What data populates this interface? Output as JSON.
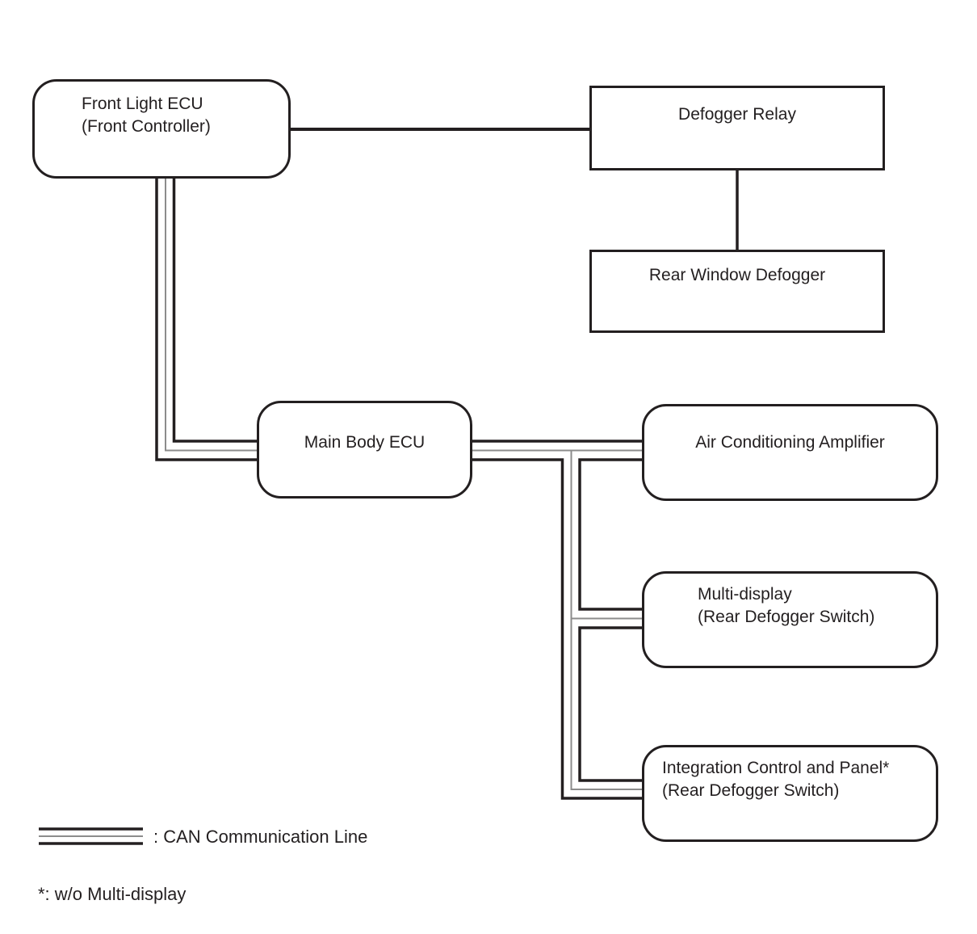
{
  "nodes": {
    "front_light_ecu": {
      "line1": "Front Light ECU",
      "line2": "(Front Controller)"
    },
    "defogger_relay": {
      "label": "Defogger Relay"
    },
    "rear_window_defogger": {
      "label": "Rear Window Defogger"
    },
    "main_body_ecu": {
      "label": "Main Body ECU"
    },
    "air_conditioning_amplifier": {
      "label": "Air Conditioning Amplifier"
    },
    "multi_display": {
      "line1": "Multi-display",
      "line2": "(Rear Defogger Switch)"
    },
    "integration_control_panel": {
      "line1": "Integration Control and Panel*",
      "line2": "(Rear Defogger Switch)"
    }
  },
  "connections": [
    {
      "from": "front_light_ecu",
      "to": "defogger_relay",
      "type": "wire"
    },
    {
      "from": "defogger_relay",
      "to": "rear_window_defogger",
      "type": "wire"
    },
    {
      "from": "front_light_ecu",
      "to": "main_body_ecu",
      "type": "can"
    },
    {
      "from": "main_body_ecu",
      "to": "air_conditioning_amplifier",
      "type": "can"
    },
    {
      "from": "main_body_ecu",
      "to": "multi_display",
      "type": "can"
    },
    {
      "from": "main_body_ecu",
      "to": "integration_control_panel",
      "type": "can"
    }
  ],
  "legend": {
    "can_label": ": CAN Communication Line"
  },
  "footnote": "*: w/o Multi-display",
  "colors": {
    "line": "#231f20",
    "can_center_line": "#8c8c8c",
    "text": "#231f20",
    "background": "#ffffff"
  }
}
